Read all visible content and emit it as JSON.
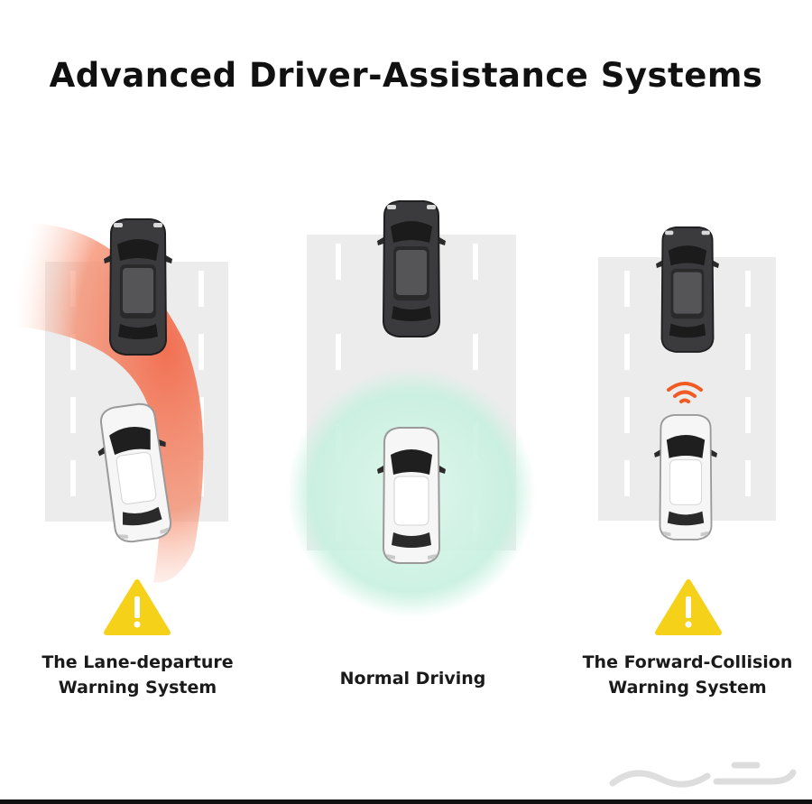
{
  "title": "Advanced Driver-Assistance Systems",
  "panels": [
    {
      "caption_lines": [
        "The Lane-departure",
        "Warning System"
      ],
      "highlight_color": "#f26a4b",
      "warning_icon": "warning-triangle-icon"
    },
    {
      "caption_lines": [
        "Normal Driving"
      ],
      "highlight_color": "#bfeedd"
    },
    {
      "caption_lines": [
        "The Forward-Collision",
        "Warning System"
      ],
      "signal_color": "#f05a23",
      "warning_icon": "warning-triangle-icon"
    }
  ],
  "colors": {
    "road": "#ececec",
    "lane_marking": "#ffffff",
    "warning_yellow": "#f5d11a",
    "dark_car": "#3b3b3d",
    "white_car": "#f6f6f6"
  },
  "watermark": "حراج"
}
